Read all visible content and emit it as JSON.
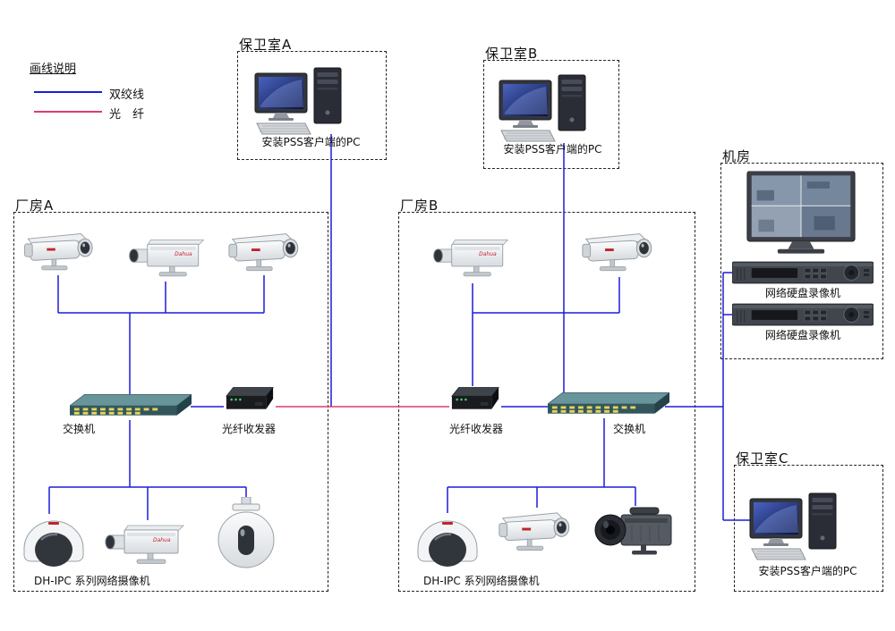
{
  "brand_logo": "Dahua",
  "colors": {
    "twisted_pair": "#1d1dd8",
    "fiber": "#e13a6e"
  },
  "legend": {
    "title": "画线说明",
    "twisted_pair_label": "双绞线",
    "fiber_label": "光　纤"
  },
  "guard_room_a": {
    "title": "保卫室A",
    "pc_label": "安装PSS客户端的PC"
  },
  "guard_room_b": {
    "title": "保卫室B",
    "pc_label": "安装PSS客户端的PC"
  },
  "guard_room_c": {
    "title": "保卫室C",
    "pc_label": "安装PSS客户端的PC"
  },
  "machine_room": {
    "title": "机房",
    "nvr_top_label": "网络硬盘录像机",
    "nvr_bottom_label": "网络硬盘录像机"
  },
  "factory_a": {
    "title": "厂房A",
    "switch_label": "交换机",
    "transceiver_label": "光纤收发器",
    "cameras_label": "DH-IPC  系列网络摄像机"
  },
  "factory_b": {
    "title": "厂房B",
    "switch_label": "交换机",
    "transceiver_label": "光纤收发器",
    "cameras_label": "DH-IPC  系列网络摄像机"
  }
}
